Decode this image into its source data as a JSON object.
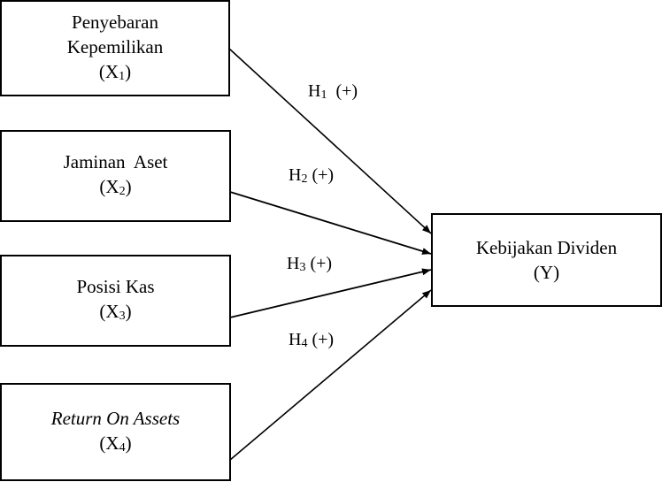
{
  "nodes": {
    "x1": {
      "line1": "Penyebaran",
      "line2": "Kepemilikan",
      "code": "X",
      "sub": "1"
    },
    "x2": {
      "line1": "Jaminan  Aset",
      "code": "X",
      "sub": "2"
    },
    "x3": {
      "line1": "Posisi Kas",
      "code": "X",
      "sub": "3"
    },
    "x4": {
      "line1": "Return On Assets",
      "code": "X",
      "sub": "4"
    },
    "y": {
      "line1": "Kebijakan Dividen",
      "code": "(Y)"
    }
  },
  "hypotheses": [
    {
      "h": "H",
      "sub": "1",
      "sign": "(+)"
    },
    {
      "h": "H",
      "sub": "2",
      "sign": "(+)"
    },
    {
      "h": "H",
      "sub": "3",
      "sign": "(+)"
    },
    {
      "h": "H",
      "sub": "4",
      "sign": "(+)"
    }
  ]
}
